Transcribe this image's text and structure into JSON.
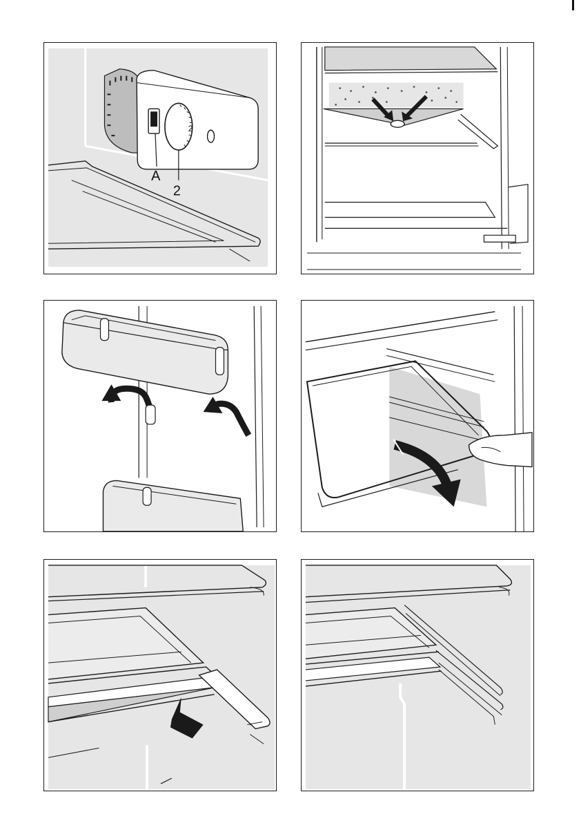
{
  "figure_1": {
    "callout_a": "A",
    "callout_2": "2",
    "dial_number": "2"
  },
  "colors": {
    "line": "#1a1a1a",
    "background_grey": "#e6e6e6",
    "dark_grey": "#bdbdbd",
    "white": "#ffffff"
  }
}
